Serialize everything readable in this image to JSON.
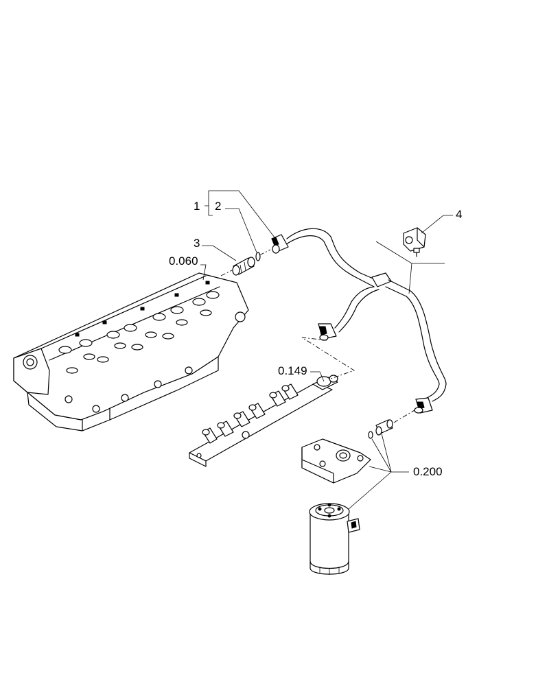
{
  "callouts": {
    "item_1": "1",
    "item_2": "2",
    "item_3": "3",
    "item_4": "4",
    "ref_cylinder_head": "0.060",
    "ref_fuel_rail": "0.149",
    "ref_fuel_filter": "0.200"
  }
}
